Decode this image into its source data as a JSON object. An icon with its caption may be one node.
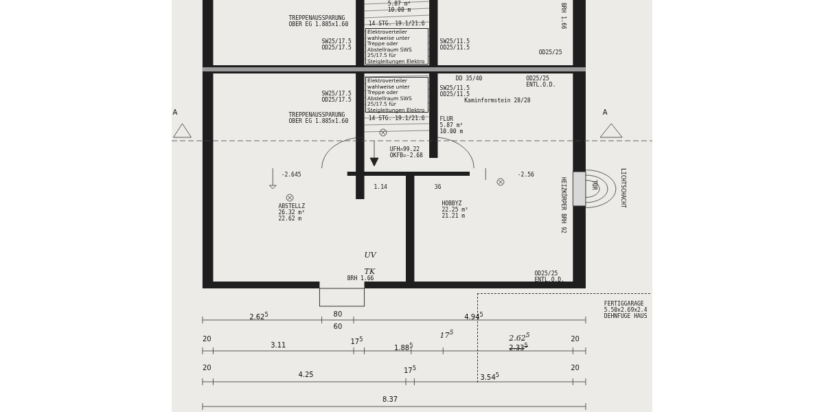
{
  "diagram": {
    "nodes": [
      {
        "text": [
          "ABSTELLZ",
          "26.32 m²",
          "22.62 m"
        ]
      },
      {
        "text": [
          "HOBBYZ",
          "22.25 m²",
          "21.21 m"
        ]
      },
      {
        "text": [
          "FLUR",
          "5.87 m²",
          "10.00 m"
        ]
      },
      {
        "text": [
          "Elektroverteiler wahlweise unter Treppe oder Abstellraum SWS 25/17.5 für Steigleitungen Elektro"
        ]
      },
      {
        "text": [
          "Elektroverteiler wahlweise unter Treppe oder Abstellraum SWS 25/17.5 für Steigleitungen Elektro"
        ]
      },
      {
        "text": [
          "LICHTSCHACHT"
        ]
      },
      {
        "text": [
          "FERTIGGARAGE",
          "5.50x2.69x2.4",
          "DEHNFUGE HAUS"
        ]
      }
    ],
    "labels": [
      "5.87 m²",
      "10.00 m",
      "BRH 1.66",
      "TREPPENAUSSPARUNG OBER EG 1.885x1.60",
      "14 STG. 19.1/21.6",
      "SW25/17.5",
      "OD25/17.5",
      "SW25/11.5",
      "OD25/11.5",
      "OD25/25",
      "DD 35/40",
      "OD25/25",
      "ENTL.O.D.",
      "SW25/11.5",
      "OD25/11.5",
      "Kaminformstein 28/28",
      "SW25/17.5",
      "OD25/17.5",
      "A",
      "A",
      "TREPPENAUSSPARUNG OBER EG 1.885x1.60",
      "14 STG. 19.1/21.6",
      "UFH=99.22",
      "OKFB=-2.68",
      "-2.645",
      "-2.56",
      "1.14",
      "36",
      "HEIZKÖRPER BRH 92",
      "TÜR",
      "UV",
      "TK",
      "BRH 1.66",
      "OD25/25",
      "ENTL.O.D.",
      "2.62$^{5}$",
      "80",
      "4.94$^{5}$",
      "60",
      "20",
      "3.11",
      "17$^{5}$",
      "1.88$^{5}$",
      "17$^{5}$",
      "2.62$^{5}$",
      "2.33$^{5}$",
      "20",
      "20",
      "4.25",
      "17$^{5}$",
      "3.54$^{5}$",
      "20",
      "8.37"
    ]
  }
}
